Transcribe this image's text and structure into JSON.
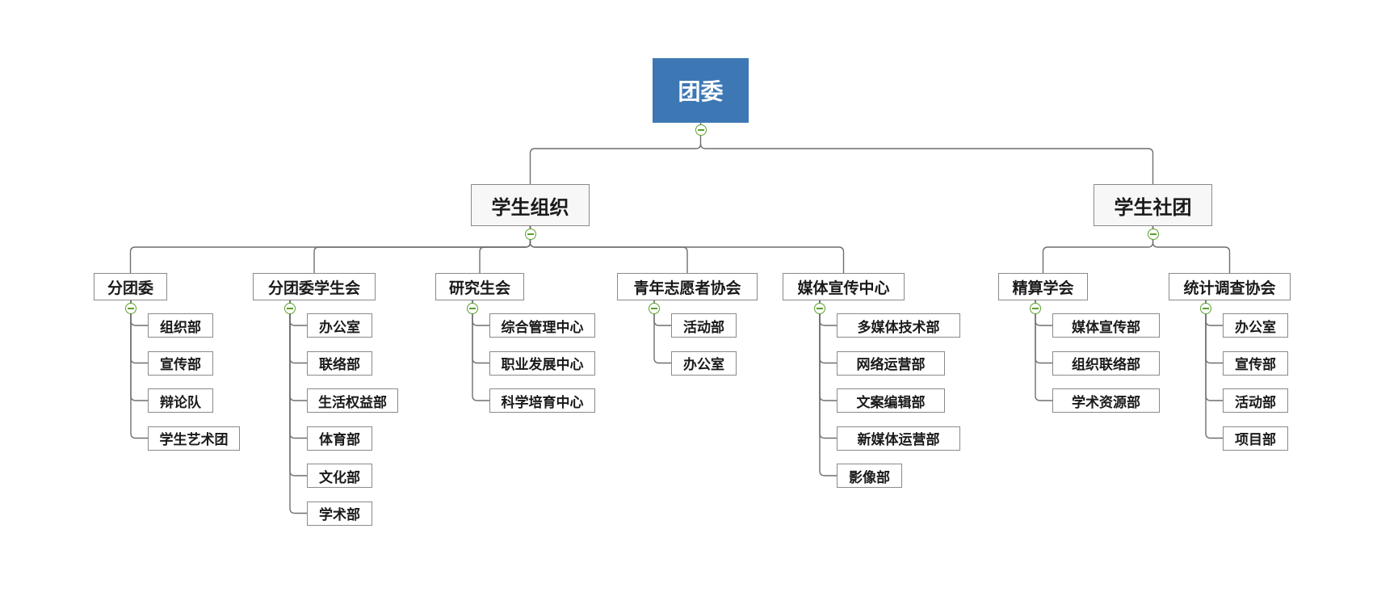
{
  "tree": {
    "label": "团委",
    "children": [
      {
        "label": "学生组织",
        "children": [
          {
            "label": "分团委",
            "children": [
              {
                "label": "组织部"
              },
              {
                "label": "宣传部"
              },
              {
                "label": "辩论队"
              },
              {
                "label": "学生艺术团"
              }
            ]
          },
          {
            "label": "分团委学生会",
            "children": [
              {
                "label": "办公室"
              },
              {
                "label": "联络部"
              },
              {
                "label": "生活权益部"
              },
              {
                "label": "体育部"
              },
              {
                "label": "文化部"
              },
              {
                "label": "学术部"
              }
            ]
          },
          {
            "label": "研究生会",
            "children": [
              {
                "label": "综合管理中心"
              },
              {
                "label": "职业发展中心"
              },
              {
                "label": "科学培育中心"
              }
            ]
          },
          {
            "label": "青年志愿者协会",
            "children": [
              {
                "label": "活动部"
              },
              {
                "label": "办公室"
              }
            ]
          },
          {
            "label": "媒体宣传中心",
            "children": [
              {
                "label": "多媒体技术部"
              },
              {
                "label": "网络运营部"
              },
              {
                "label": "文案编辑部"
              },
              {
                "label": "新媒体运营部"
              },
              {
                "label": "影像部"
              }
            ]
          }
        ]
      },
      {
        "label": "学生社团",
        "children": [
          {
            "label": "精算学会",
            "children": [
              {
                "label": "媒体宣传部"
              },
              {
                "label": "组织联络部"
              },
              {
                "label": "学术资源部"
              }
            ]
          },
          {
            "label": "统计调查协会",
            "children": [
              {
                "label": "办公室"
              },
              {
                "label": "宣传部"
              },
              {
                "label": "活动部"
              },
              {
                "label": "项目部"
              }
            ]
          }
        ]
      }
    ]
  },
  "colors": {
    "root_fill": "#3d78b4",
    "line": "#6f6f6f",
    "node_border": "#8a8a8a",
    "toggle": "#5aa02c"
  }
}
